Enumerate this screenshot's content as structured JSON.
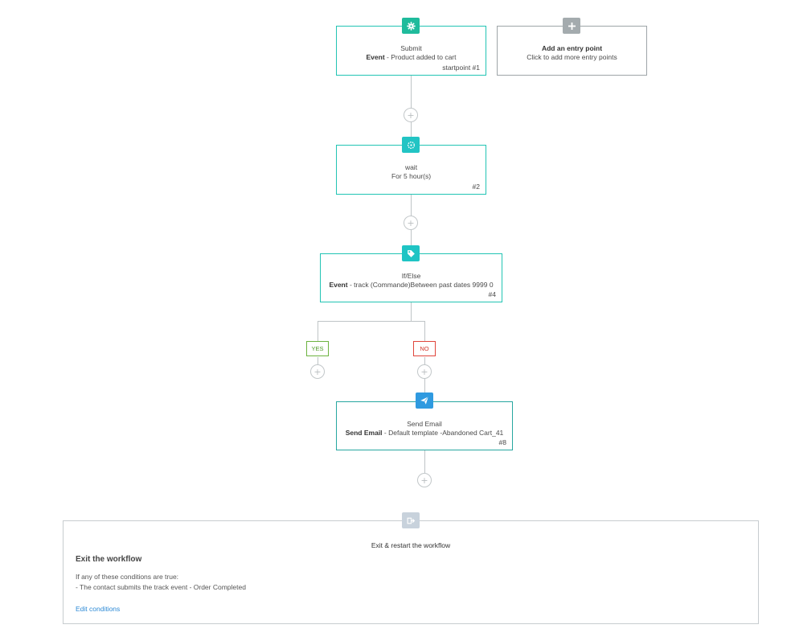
{
  "nodes": {
    "submit": {
      "title": "Submit",
      "sub_bold": "Event",
      "sub_text": " - Product added to cart",
      "num": "startpoint #1",
      "icon": "gear-icon",
      "color": "#1fbb9c"
    },
    "entry": {
      "title": "Add an entry point",
      "sub_text": "Click to add more entry points",
      "icon": "plus-icon",
      "color": "#a4abae"
    },
    "wait": {
      "title": "wait",
      "sub_text": "For 5 hour(s)",
      "num": "#2",
      "icon": "timer-icon",
      "color": "#22c4c4"
    },
    "ifelse": {
      "title": "If/Else",
      "sub_bold": "Event",
      "sub_text": " - track (Commande)Between past dates 9999 0",
      "num": "#4",
      "icon": "tag-icon",
      "color": "#1fc4c4"
    },
    "email": {
      "title": "Send Email",
      "sub_bold": "Send Email",
      "sub_text": " - Default template -Abandoned Cart_41",
      "num": "#8",
      "icon": "paper-plane-icon",
      "color": "#2f9ae0"
    }
  },
  "branches": {
    "yes": "YES",
    "no": "NO"
  },
  "add_step_symbol": "+",
  "exit": {
    "icon": "exit-icon",
    "title": "Exit & restart the workflow",
    "heading": "Exit the workflow",
    "line1": "If any of these conditions are true:",
    "line2": "- The contact submits the track event - Order Completed",
    "link": "Edit conditions"
  }
}
